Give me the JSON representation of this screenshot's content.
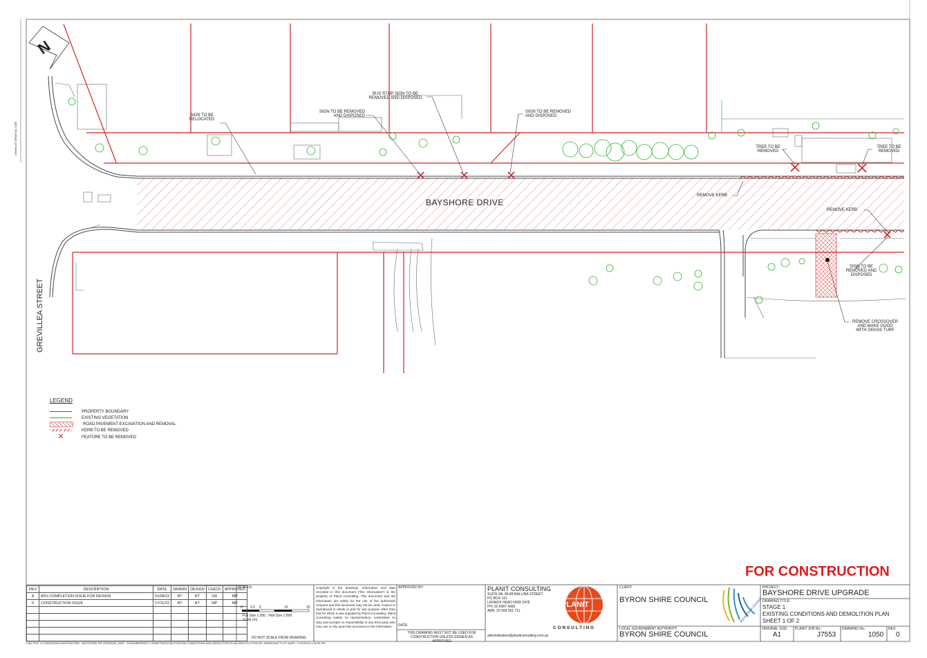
{
  "north": "N",
  "street_main": "BAYSHORE DRIVE",
  "street_side": "GREVILLEA STREET",
  "margin_note": "100mm AT ORIGINAL SIZE",
  "callouts": {
    "sign_relocated": [
      "SIGN TO BE",
      "RELOCATED"
    ],
    "sign_removed_1": [
      "SIGN TO BE REMOVED",
      "AND DISPOSED"
    ],
    "bus_stop": [
      "BUS STOP SIGN TO BE",
      "REMOVED AND DISPOSED"
    ],
    "sign_removed_2": [
      "SIGN TO BE REMOVED",
      "AND DISPOSED"
    ],
    "tree_1": [
      "TREE TO BE",
      "REMOVED"
    ],
    "tree_2": [
      "TREE TO BE",
      "REMOVED"
    ],
    "remove_kerb_1": "REMOVE KERB",
    "remove_kerb_2": "REMOVE KERB",
    "sign_removed_3": [
      "SIGN TO BE",
      "REMOVED AND",
      "DISPOSED"
    ],
    "crossover": [
      "REMOVE CROSSOVER",
      "AND MAKE GOOD",
      "WITH GRASS TURF"
    ]
  },
  "legend": {
    "title": "LEGEND",
    "items": [
      {
        "label": "PROPERTY BOUNDARY",
        "color": "#d42020"
      },
      {
        "label": "EXISTING VEGETATION",
        "color": "#2fb02f"
      },
      {
        "label": "ROAD PAVEMENT EXCAVATION AND REMOVAL",
        "color": "#e88a8a"
      },
      {
        "label": "KERB TO BE REMOVED",
        "color": "#d42020"
      },
      {
        "label": "FEATURE TO BE REMOVED",
        "color": "#d42020"
      }
    ]
  },
  "for_construction": "FOR CONSTRUCTION",
  "revisions": {
    "headers": [
      "REV",
      "DESCRIPTION",
      "DATE",
      "DRAWN",
      "DESIGN",
      "CHECK",
      "APPROVED"
    ],
    "rows": [
      [
        "A",
        "80% COMPLETION ISSUE FOR REVIEW",
        "01/08/23",
        "BT",
        "BT",
        "LW",
        "MP"
      ],
      [
        "0",
        "CONSTRUCTION ISSUE",
        "17/11/23",
        "BT",
        "BT",
        "MP",
        "MP"
      ]
    ]
  },
  "scales": {
    "title": "SCALES:",
    "ticks": [
      "0",
      "2.5",
      "5",
      "10",
      "15"
    ],
    "full_size": "Full Size 1:250 ; Half Size 1:500",
    "units": "Scale (m)",
    "note": "DO NOT SCALE FROM DRAWING"
  },
  "copyright": "Copyright in the drawings, information and data recorded in this document (\"the information\") is the property of Planit Consulting. This document and the information are solely for the use of the authorised recipient and this document may not be used, Copied or reproduced in whole or part for any purpose other than that for which it was supplied by Planit Consulting. Planit Consulting makes no representation, undertakes no duty and accepts no responsibility to any third party who may use or rely upon this document or the information.",
  "approved_by": "APPROVED BY:",
  "date_label": "DATE:",
  "not_for_construction": "THIS DRAWING MUST NOT BE USED FOR CONSTRUCTION UNLESS SIGNED AS APPROVED",
  "consultant": {
    "name": "PLANIT CONSULTING",
    "address": [
      "SUITE 9A, 80-84 BALLINA STREET",
      "PO BOX 161",
      "LENNOX HEAD NSW 2478",
      "PH: 02 6687 4666",
      "ABN: 20 099 261 711"
    ],
    "email": "administration@planitconsulting.com.au",
    "logo_text": "PLANIT",
    "logo_sub": "C O N S U L T I N G"
  },
  "client_label": "CLIENT:",
  "client": "BYRON SHIRE COUNCIL",
  "lga_label": "LOCAL GOVERNMENT AUTHORITY:",
  "lga": "BYRON SHIRE COUNCIL",
  "council_logo_text": "Byron Shire Council",
  "project_label": "PROJECT:",
  "project": "BAYSHORE DRIVE UPGRADE",
  "drawing_title_label": "DRAWING TITLE:",
  "drawing_title": [
    "STAGE 1",
    "EXISTING CONDITIONS AND DEMOLITION PLAN",
    "SHEET 1 OF 2"
  ],
  "original_size_label": "ORIGINAL SIZE:",
  "original_size": "A1",
  "job_label": "PLANIT JOB No.:",
  "job": "J7553",
  "drawing_no_label": "DRAWING No.:",
  "drawing_no": "1050",
  "rev_label": "REV:",
  "rev": "0",
  "cad_file": "CAD FILE: G:\\12D\\DATA\\PLANIT\\HNJ7553 - BAYSHORE DR UPGRADE_60\\07 - ENGINEERING\\7.4 DRAFTING\\1050 EXISTING CONDITIONS AND DEMOLITION PLAN.DWG PLOTTED BY: BRENDANT PLOT DATE: 17/11/2023 1:46:39 PM"
}
